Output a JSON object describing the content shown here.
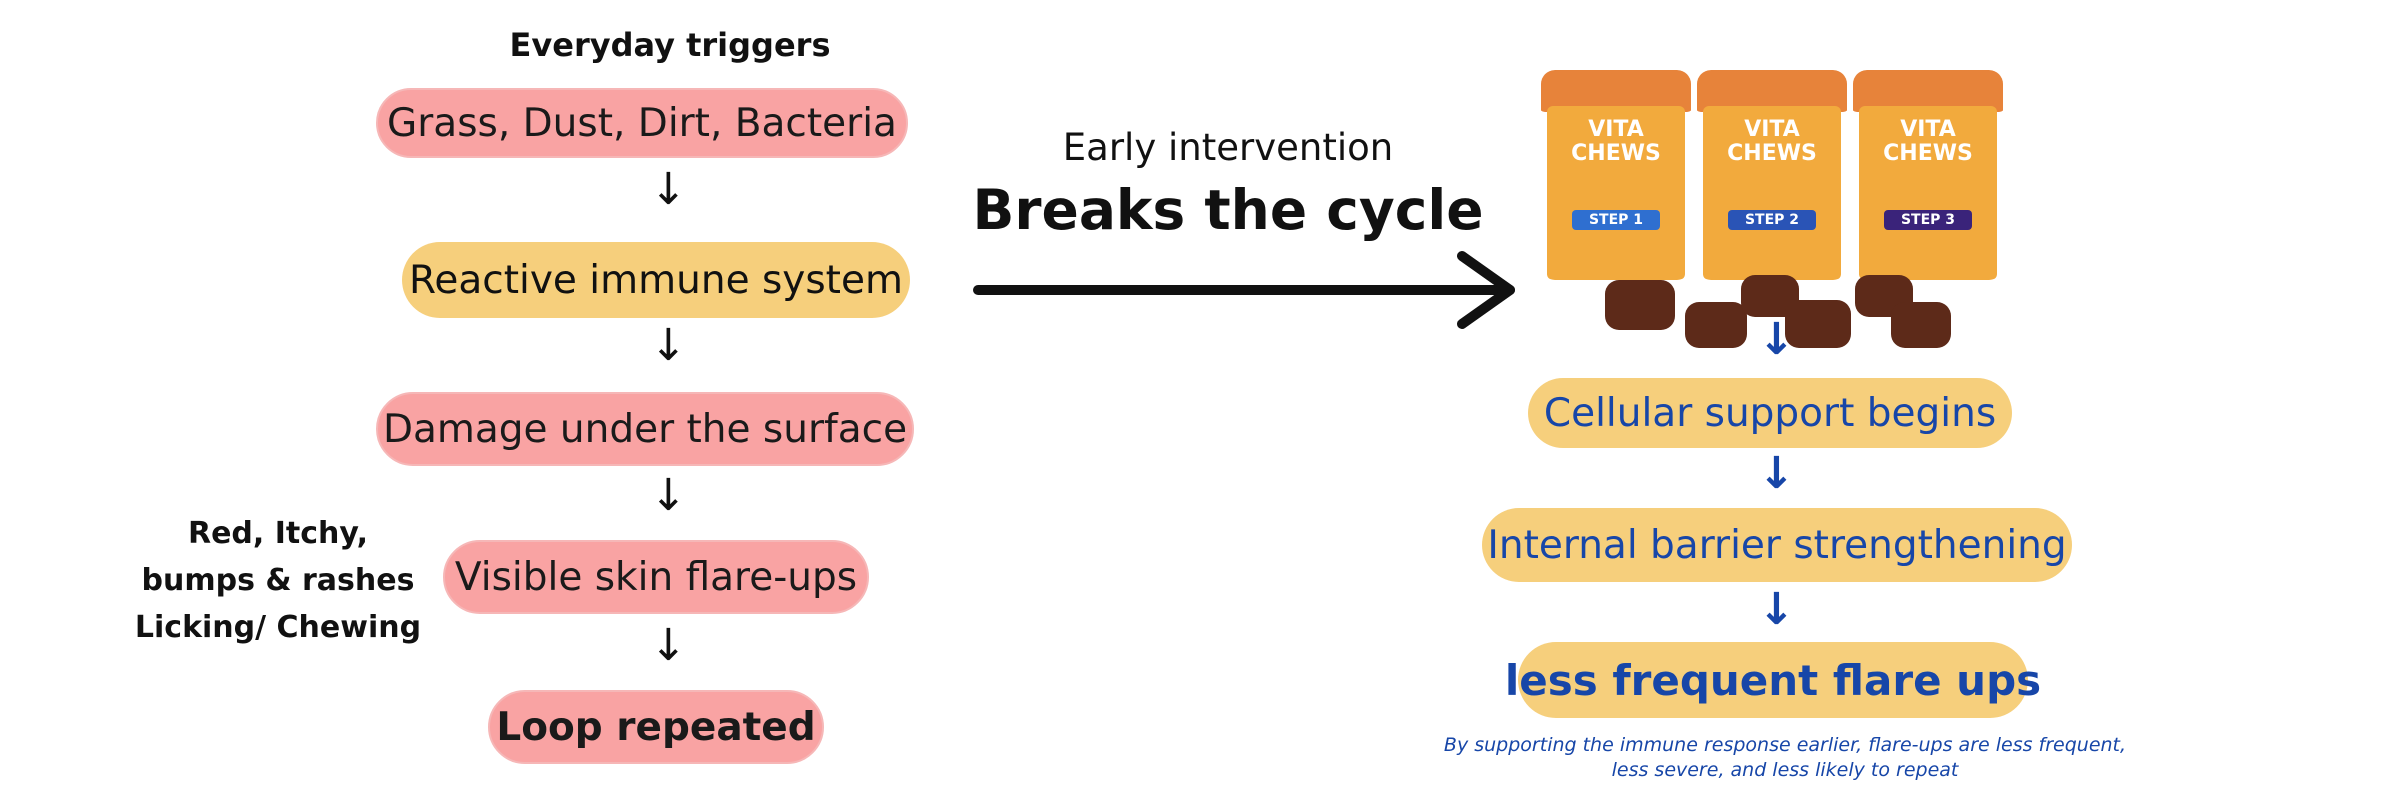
{
  "left_flow": {
    "header": "Everyday triggers",
    "steps": [
      "Grass, Dust, Dirt, Bacteria",
      "Reactive immune system",
      "Damage under the surface",
      "Visible skin flare-ups",
      "Loop repeated"
    ],
    "side_note_lines": [
      "Red, Itchy,",
      "bumps & rashes",
      "Licking/ Chewing"
    ]
  },
  "center": {
    "subtitle": "Early intervention",
    "title": "Breaks the cycle"
  },
  "product": {
    "brand": "VITA CHEWS",
    "steps": [
      "STEP 1",
      "STEP 2",
      "STEP 3"
    ]
  },
  "right_flow": {
    "steps": [
      "Cellular support begins",
      "Internal barrier strengthening",
      "less frequent flare ups"
    ],
    "footnote": "By supporting the immune response earlier, flare-ups are less frequent, less severe, and less likely to repeat"
  },
  "colors": {
    "pink": "#f9a3a3",
    "gold": "#f6cf7c",
    "blue": "#1746a8"
  }
}
